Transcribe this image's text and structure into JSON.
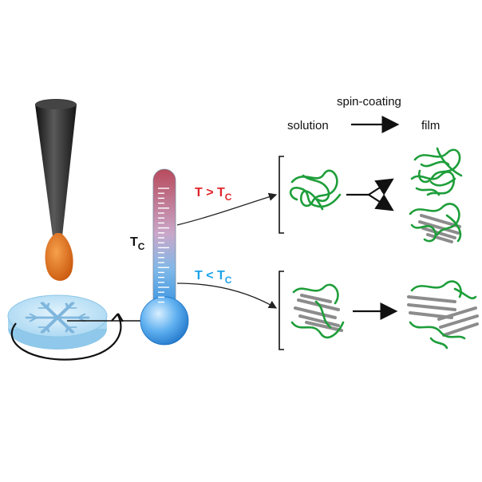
{
  "header": {
    "spin_coating": "spin-coating",
    "solution": "solution",
    "film": "film"
  },
  "thermometer": {
    "tc_main": "T",
    "tc_sub": "C"
  },
  "conditions": {
    "above": {
      "main": "T > T",
      "sub": "C",
      "color": "#e0262b"
    },
    "below": {
      "main": "T < T",
      "sub": "C",
      "color": "#1aa3e8"
    }
  },
  "colors": {
    "polymer_green": "#1e9e3a",
    "crystal_gray": "#8c8c8c",
    "droplet_orange": "#e8741e",
    "needle_dark": "#2a2a2a",
    "substrate_blue": "#bfe3f7",
    "snowflake": "#7fb6dd"
  }
}
